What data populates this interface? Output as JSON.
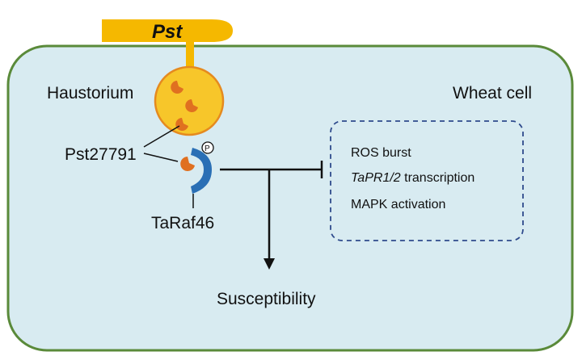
{
  "pathogen": {
    "name": "Pst",
    "color": "#f5b800"
  },
  "labels": {
    "haustorium": "Haustorium",
    "host_cell": "Wheat cell",
    "effector": "Pst27791",
    "receptor": "TaRaf46",
    "phospho": "P",
    "outcome": "Susceptibility"
  },
  "immune_responses": {
    "items": [
      {
        "gene": "",
        "text": "ROS burst"
      },
      {
        "gene": "TaPR1/2",
        "text": " transcription"
      },
      {
        "gene": "",
        "text": "MAPK activation"
      }
    ]
  },
  "colors": {
    "cell_fill": "#d8ebf1",
    "cell_border": "#5a8a3a",
    "haustorium_fill": "#f7c62a",
    "effector": "#e07020",
    "receptor": "#2a6fb5",
    "dashed_box": "#2e4a8c"
  }
}
